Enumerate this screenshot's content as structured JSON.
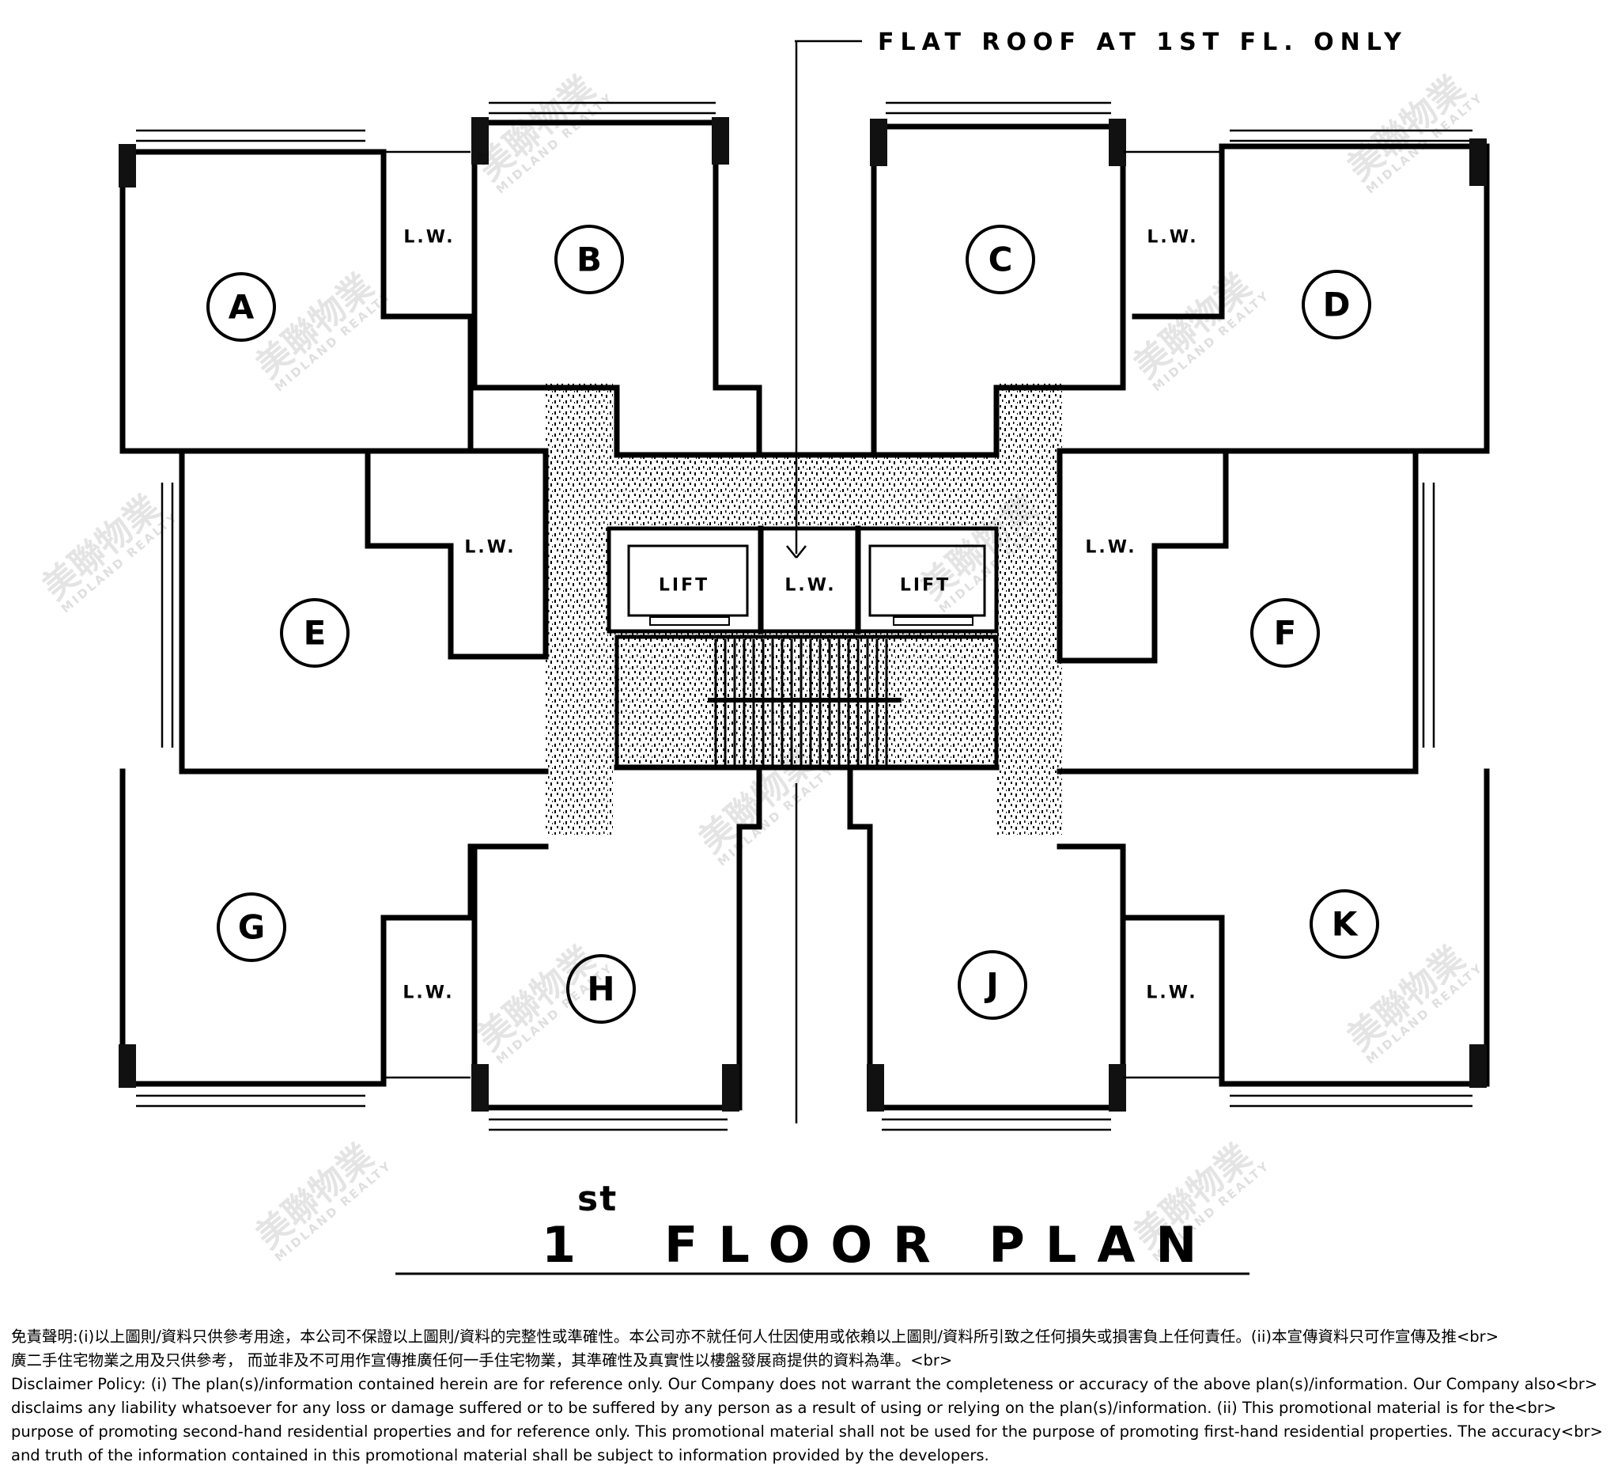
{
  "diagram": {
    "title": {
      "main": "1",
      "superscript": "st",
      "rest": "FLOOR PLAN"
    },
    "flat_roof_note": "FLAT ROOF AT 1ST FL. ONLY",
    "units": [
      {
        "id": "unit-a",
        "label": "A"
      },
      {
        "id": "unit-b",
        "label": "B"
      },
      {
        "id": "unit-c",
        "label": "C"
      },
      {
        "id": "unit-d",
        "label": "D"
      },
      {
        "id": "unit-e",
        "label": "E"
      },
      {
        "id": "unit-f",
        "label": "F"
      },
      {
        "id": "unit-g",
        "label": "G"
      },
      {
        "id": "unit-h",
        "label": "H"
      },
      {
        "id": "unit-j",
        "label": "J"
      },
      {
        "id": "unit-k",
        "label": "K"
      }
    ],
    "lw_label": "L.W.",
    "lift_label": "LIFT",
    "watermark": {
      "chinese": "美聯物業",
      "english": "MIDLAND REALTY"
    }
  },
  "disclaimer": {
    "zh_line1": "免責聲明:(i)以上圖則/資料只供參考用途，本公司不保證以上圖則/資料的完整性或準確性。本公司亦不就任何人仕因使用或依賴以上圖則/資料所引致之任何損失或損害負上任何責任。(ii)本宣傳資料只可作宣傳及推<br>",
    "zh_line2": "廣二手住宅物業之用及只供參考， 而並非及不可用作宣傳推廣任何一手住宅物業，其準確性及真實性以樓盤發展商提供的資料為準。<br>",
    "en_line1": "Disclaimer Policy: (i) The plan(s)/information contained herein are for reference only. Our Company does not warrant the completeness or accuracy of the above plan(s)/information. Our Company also<br>",
    "en_line2": "disclaims any liability whatsoever for any loss or damage suffered or to be suffered by any person as a result of using or relying on the plan(s)/information. (ii) This promotional material is for the<br>",
    "en_line3": "purpose of promoting second-hand residential properties and for reference only. This promotional material shall not be used for the purpose of promoting first-hand residential properties. The accuracy<br>",
    "en_line4": "and truth of the information contained in this promotional material shall be subject to information provided by the developers."
  }
}
